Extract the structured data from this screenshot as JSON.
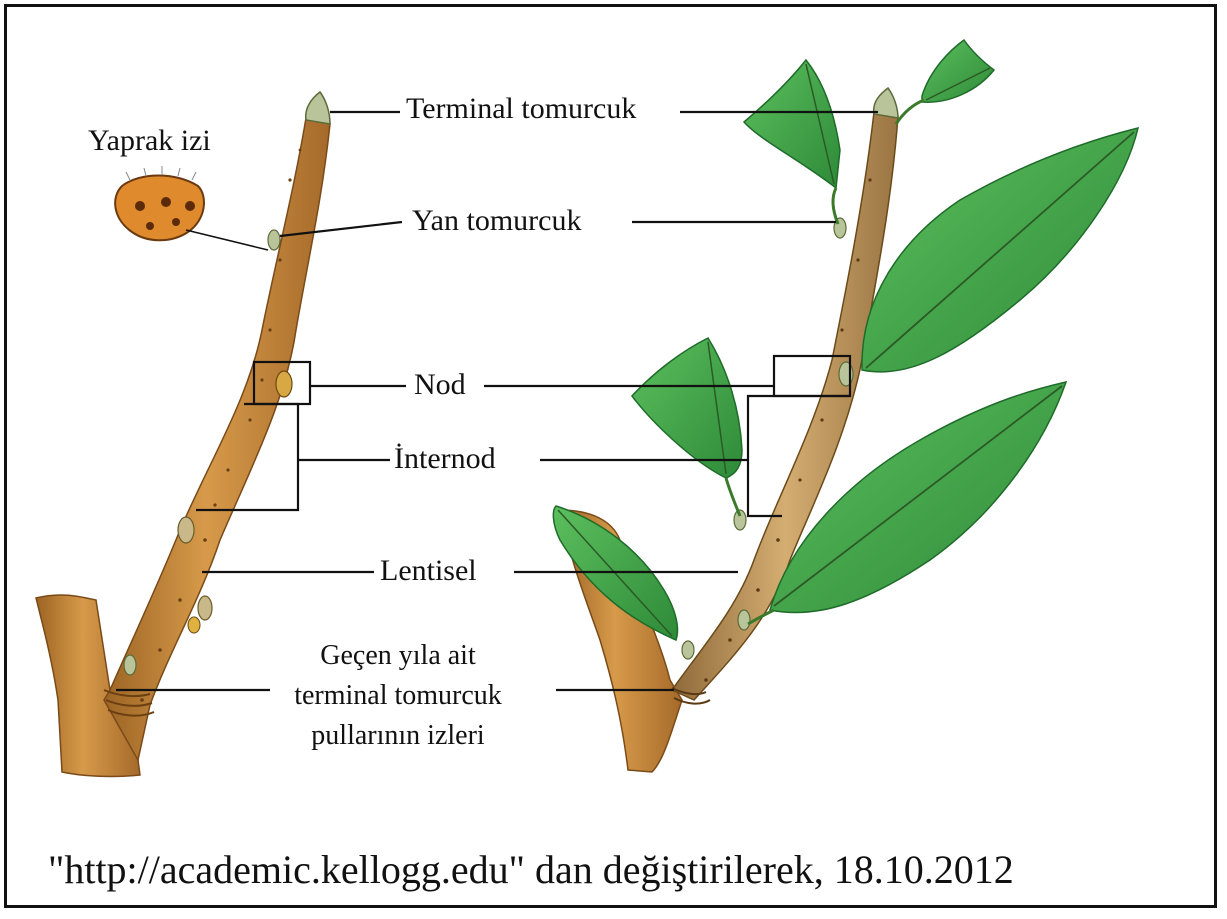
{
  "labels": {
    "leaf_scar": "Yaprak izi",
    "terminal_bud": "Terminal tomurcuk",
    "lateral_bud": "Yan tomurcuk",
    "node": "Nod",
    "internode": "İnternod",
    "lenticel": "Lentisel",
    "bud_scale_scars_line1": "Geçen yıla ait",
    "bud_scale_scars_line2": "terminal tomurcuk",
    "bud_scale_scars_line3": "pullarının izleri"
  },
  "source_note": "\"http://academic.kellogg.edu\" dan değiştirilerek, 18.10.2012",
  "colors": {
    "stem": "#c8893f",
    "stem_dark": "#8a5a22",
    "stem_light": "#e2b06a",
    "leaf": "#3fa34a",
    "leaf_dark": "#1f6b2a",
    "leaf_vein": "#2c5a26",
    "scar": "#e08a2e",
    "line": "#111111"
  }
}
